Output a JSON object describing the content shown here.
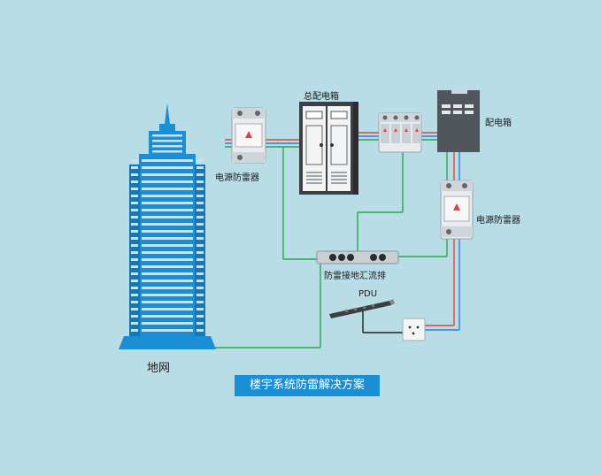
{
  "labels": {
    "main_cabinet": "总配电箱",
    "dist_box": "配电箱",
    "spd_left": "电源防雷器",
    "spd_right": "电源防雷器",
    "ground_bar": "防雷接地汇流排",
    "pdu": "PDU",
    "ground_grid": "地网"
  },
  "title": "楼宇系统防雷解决方案",
  "colors": {
    "background": "#b9dde6",
    "building": "#1b8fd6",
    "ground_wire": "#2aa84a",
    "live_wire": "#e0413a",
    "neutral_wire": "#2f7fd0",
    "title_bg": "#1b8fd6"
  }
}
